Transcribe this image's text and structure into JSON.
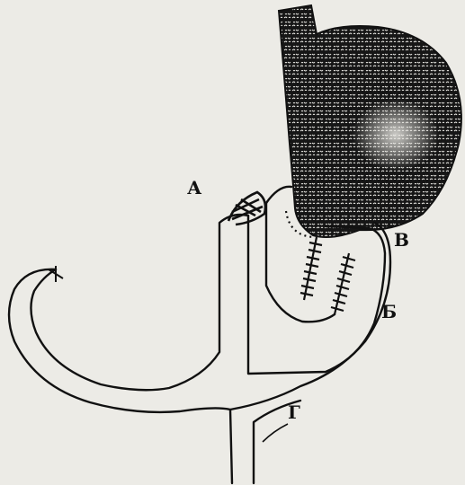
{
  "labels": {
    "a": "А",
    "v": "В",
    "b": "Б",
    "g": "Г"
  },
  "colors": {
    "ink": "#111111",
    "paper": "#ecebe6"
  }
}
